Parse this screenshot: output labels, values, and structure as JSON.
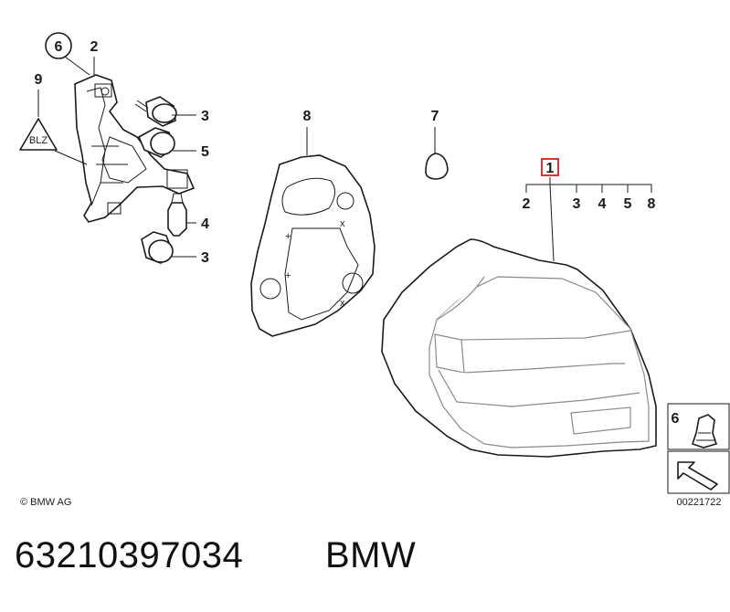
{
  "callouts": {
    "c6_circled": "6",
    "c2_top": "2",
    "c9": "9",
    "c3_upper": "3",
    "c5": "5",
    "c4": "4",
    "c3_lower": "3",
    "c8_gasket": "8",
    "c7": "7",
    "c1_boxed": "1",
    "sub2": "2",
    "sub3": "3",
    "sub4": "4",
    "sub5": "5",
    "sub8": "8",
    "inset6": "6"
  },
  "warning_badge_text": "BLZ",
  "copyright": "© BMW AG",
  "diagram_number": "00221722",
  "footer": {
    "part_number": "63210397034",
    "brand": "BMW"
  },
  "colors": {
    "highlight_box": "#e01a1a",
    "ink": "#1a1a1a",
    "lens_grey": "#8a8a8a"
  }
}
